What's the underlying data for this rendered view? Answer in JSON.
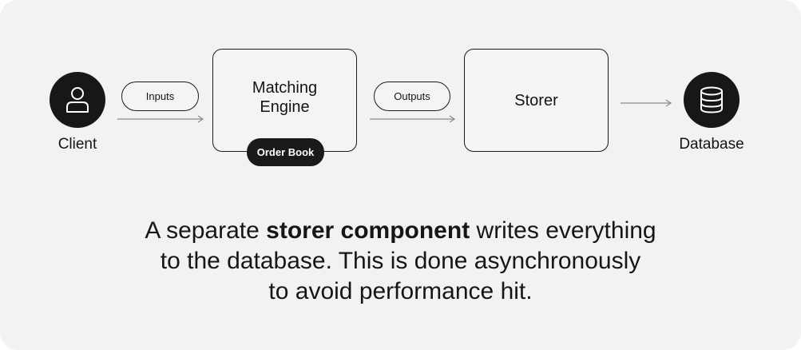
{
  "diagram": {
    "nodes": {
      "client": {
        "label": "Client",
        "icon": "user-icon"
      },
      "matching_engine": {
        "label_line1": "Matching",
        "label_line2": "Engine",
        "badge": "Order Book"
      },
      "storer": {
        "label": "Storer"
      },
      "database": {
        "label": "Database",
        "icon": "database-icon"
      }
    },
    "edges": {
      "inputs": "Inputs",
      "outputs": "Outputs"
    }
  },
  "caption": {
    "pre": "A separate ",
    "bold": "storer component",
    "post": " writes everything",
    "line2": "to the database. This is done asynchronously",
    "line3": "to avoid performance hit."
  },
  "colors": {
    "background": "#f2f2f2",
    "dark": "#171717",
    "arrow": "#8a8a8a"
  }
}
